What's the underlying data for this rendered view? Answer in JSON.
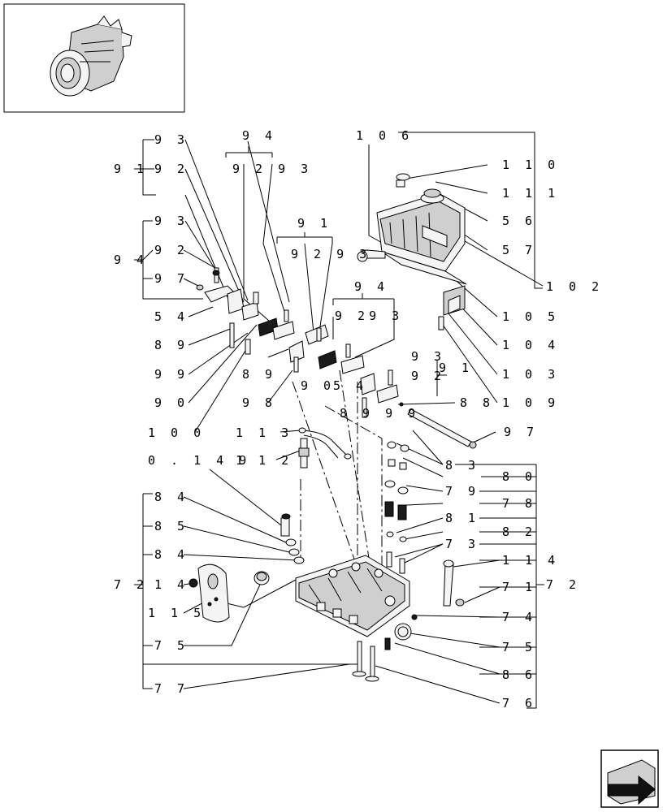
{
  "callouts": [
    {
      "id": "c94a",
      "text": "9 4"
    },
    {
      "id": "c106",
      "text": "1 0 6"
    },
    {
      "id": "c93a",
      "text": "9 3"
    },
    {
      "id": "c91a",
      "text": "9 1"
    },
    {
      "id": "c92a",
      "text": "9 2"
    },
    {
      "id": "c9293a",
      "text": "9 2 9 3"
    },
    {
      "id": "c110",
      "text": "1 1 0"
    },
    {
      "id": "c111",
      "text": "1 1 1"
    },
    {
      "id": "c56",
      "text": "5 6"
    },
    {
      "id": "c57",
      "text": "5 7"
    },
    {
      "id": "c91b",
      "text": "9 1"
    },
    {
      "id": "c9293b",
      "text": "9 2 9 3"
    },
    {
      "id": "c93b",
      "text": "9 3"
    },
    {
      "id": "c94b",
      "text": "9 4"
    },
    {
      "id": "c92b",
      "text": "9 2"
    },
    {
      "id": "c97a",
      "text": "9 7"
    },
    {
      "id": "c102",
      "text": "1 0 2"
    },
    {
      "id": "c94c",
      "text": "9 4"
    },
    {
      "id": "c9293c",
      "text": "9 29 3"
    },
    {
      "id": "c54a",
      "text": "5 4"
    },
    {
      "id": "c105",
      "text": "1 0 5"
    },
    {
      "id": "c89a",
      "text": "8 9"
    },
    {
      "id": "c104",
      "text": "1 0 4"
    },
    {
      "id": "c93c",
      "text": "9 3"
    },
    {
      "id": "c99a",
      "text": "9 9"
    },
    {
      "id": "c89b",
      "text": "8 9"
    },
    {
      "id": "c90b",
      "text": "9 0"
    },
    {
      "id": "c54b",
      "text": "5 4"
    },
    {
      "id": "c92c",
      "text": "9 2"
    },
    {
      "id": "c91c",
      "text": "9 1"
    },
    {
      "id": "c103",
      "text": "1 0 3"
    },
    {
      "id": "c90a",
      "text": "9 0"
    },
    {
      "id": "c98",
      "text": "9 8"
    },
    {
      "id": "c88",
      "text": "8 8"
    },
    {
      "id": "c109",
      "text": "1 0 9"
    },
    {
      "id": "c8999",
      "text": "8 9 9 9"
    },
    {
      "id": "c100",
      "text": "1 0 0"
    },
    {
      "id": "c113",
      "text": "1 1 3"
    },
    {
      "id": "c97b",
      "text": "9 7"
    },
    {
      "id": "c0149",
      "text": "0 . 1 4 9"
    },
    {
      "id": "c112",
      "text": "1 1 2"
    },
    {
      "id": "c83",
      "text": "8 3"
    },
    {
      "id": "c80",
      "text": "8 0"
    },
    {
      "id": "c84a",
      "text": "8 4"
    },
    {
      "id": "c79",
      "text": "7 9"
    },
    {
      "id": "c78",
      "text": "7 8"
    },
    {
      "id": "c85",
      "text": "8 5"
    },
    {
      "id": "c81",
      "text": "8 1"
    },
    {
      "id": "c82",
      "text": "8 2"
    },
    {
      "id": "c84b",
      "text": "8 4"
    },
    {
      "id": "c73",
      "text": "7 3"
    },
    {
      "id": "c114",
      "text": "1 1 4"
    },
    {
      "id": "c72a",
      "text": "7 2"
    },
    {
      "id": "c14",
      "text": "1 4"
    },
    {
      "id": "c71",
      "text": "7 1"
    },
    {
      "id": "c72b",
      "text": "7 2"
    },
    {
      "id": "c115",
      "text": "1 1 5"
    },
    {
      "id": "c74",
      "text": "7 4"
    },
    {
      "id": "c75a",
      "text": "7 5"
    },
    {
      "id": "c75b",
      "text": "7 5"
    },
    {
      "id": "c86",
      "text": "8 6"
    },
    {
      "id": "c77",
      "text": "7 7"
    },
    {
      "id": "c76",
      "text": "7 6"
    }
  ],
  "icons": {
    "thumbnail": "engine-thumbnail-icon",
    "navigation": "next-page-arrow-icon"
  },
  "colors": {
    "line": "#000000",
    "background": "#ffffff"
  }
}
